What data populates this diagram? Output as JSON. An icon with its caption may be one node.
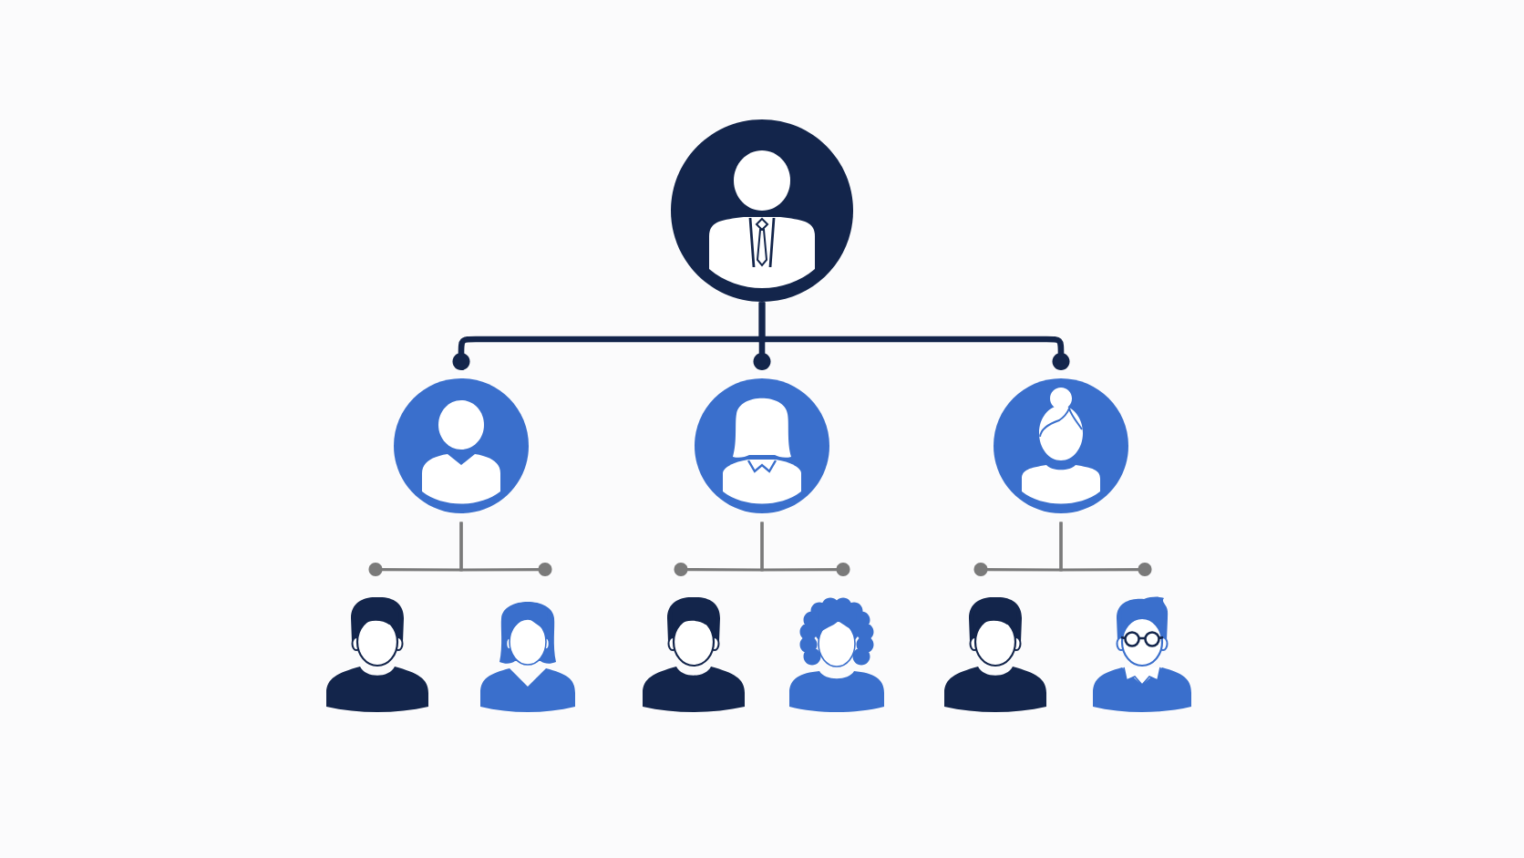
{
  "diagram": {
    "nodes": [
      {
        "text": [],
        "shape": "circle"
      },
      {
        "text": [],
        "shape": "circle"
      },
      {
        "text": [],
        "shape": "circle"
      },
      {
        "text": [],
        "shape": "circle"
      },
      {
        "text": [],
        "shape": "person"
      },
      {
        "text": [],
        "shape": "person"
      },
      {
        "text": [],
        "shape": "person"
      },
      {
        "text": [],
        "shape": "person"
      },
      {
        "text": [],
        "shape": "person"
      },
      {
        "text": [],
        "shape": "person"
      }
    ],
    "edges": [
      {
        "from": 0,
        "to": 1,
        "arrow": "other",
        "style": "thick",
        "color": "#13254b"
      },
      {
        "from": 0,
        "to": 2,
        "arrow": "other",
        "style": "thick",
        "color": "#13254b"
      },
      {
        "from": 0,
        "to": 3,
        "arrow": "other",
        "style": "thick",
        "color": "#13254b"
      },
      {
        "from": 1,
        "to": 4,
        "arrow": "other"
      },
      {
        "from": 1,
        "to": 5,
        "arrow": "other"
      },
      {
        "from": 2,
        "to": 6,
        "arrow": "other"
      },
      {
        "from": 2,
        "to": 7,
        "arrow": "other"
      },
      {
        "from": 3,
        "to": 8,
        "arrow": "other"
      },
      {
        "from": 3,
        "to": 9,
        "arrow": "other"
      }
    ]
  }
}
